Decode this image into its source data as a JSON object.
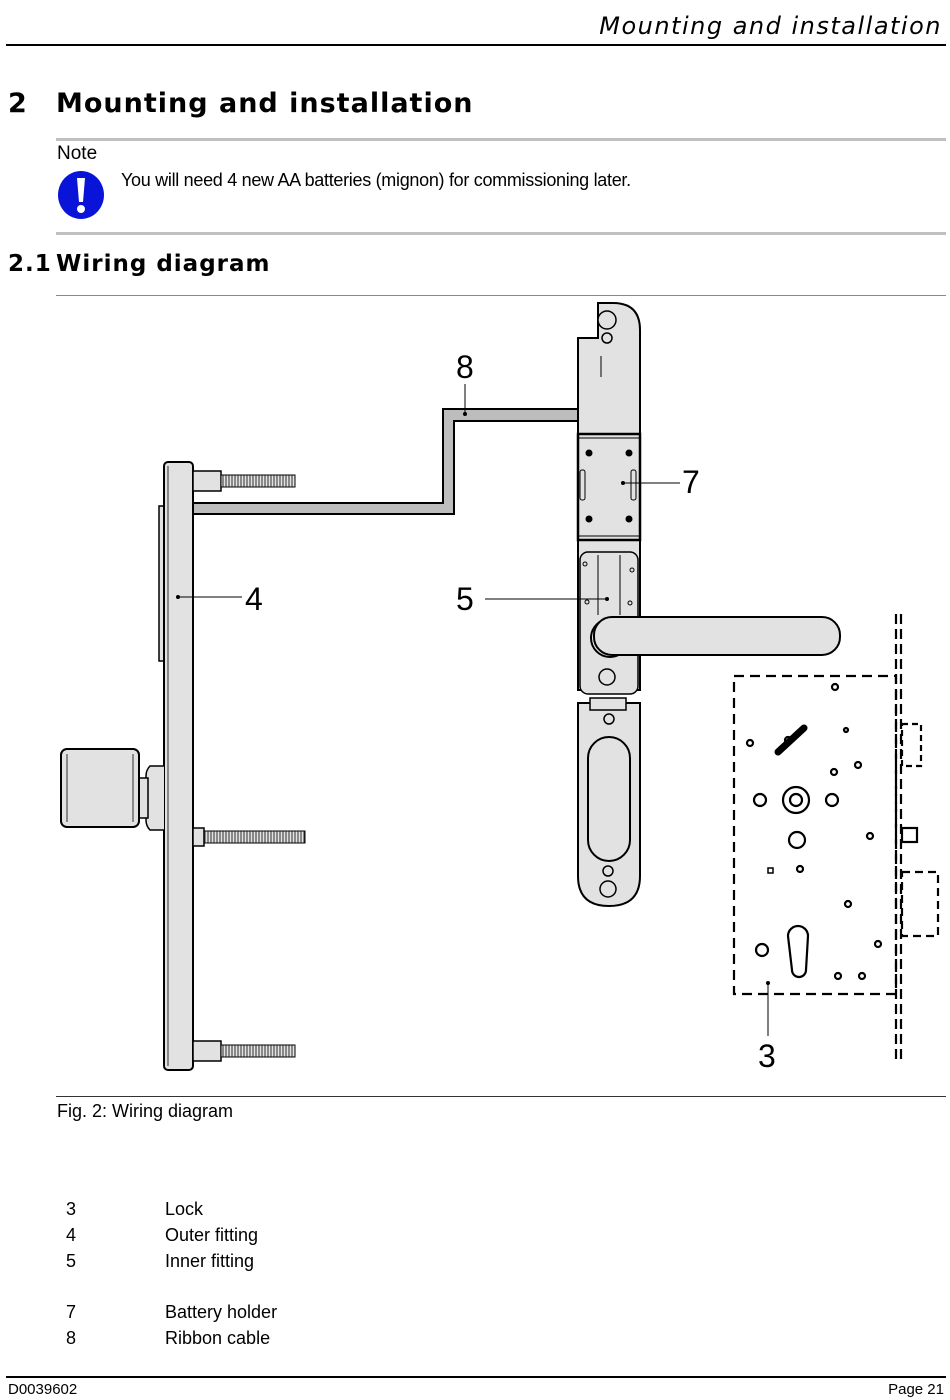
{
  "header": {
    "running_title": "Mounting and installation"
  },
  "section": {
    "number": "2",
    "title": "Mounting and installation"
  },
  "note": {
    "label": "Note",
    "icon": "exclamation-circle-icon",
    "icon_color": "#0a14d8",
    "text": "You will need 4 new AA batteries (mignon) for commissioning later."
  },
  "subsection": {
    "number": "2.1",
    "title": "Wiring diagram"
  },
  "figure": {
    "callouts": {
      "c3": "3",
      "c4": "4",
      "c5": "5",
      "c7": "7",
      "c8": "8"
    },
    "caption": "Fig. 2: Wiring diagram",
    "part_fill": "#e2e2e2",
    "cable_fill": "#bdbdbd"
  },
  "legend": [
    {
      "key": "3",
      "label": "Lock"
    },
    {
      "key": "4",
      "label": "Outer fitting"
    },
    {
      "key": "5",
      "label": "Inner fitting"
    },
    {
      "key": "7",
      "label": "Battery holder"
    },
    {
      "key": "8",
      "label": "Ribbon cable"
    }
  ],
  "footer": {
    "doc_id": "D0039602",
    "page": "Page 21"
  }
}
